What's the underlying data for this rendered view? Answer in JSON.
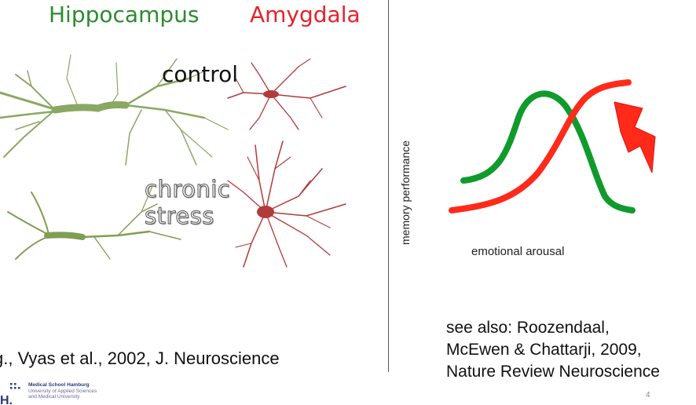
{
  "labels": {
    "hippocampus": "Hippocampus",
    "amygdala": "Amygdala",
    "control": "control",
    "chronic_stress": [
      "chronic",
      "stress"
    ]
  },
  "reference_left": "g., Vyas et al., 2002, J. Neuroscience",
  "reference_right": [
    "see also: Roozendaal,",
    "McEwen & Chattarji, 2009,",
    "Nature Review Neuroscience"
  ],
  "graph": {
    "xlabel": "emotional arousal",
    "ylabel": "memory performance",
    "colors": {
      "green": "#119a2c",
      "red": "#ff2a1a"
    }
  },
  "logo": {
    "title": "Medical School Hamburg",
    "line1": "University of Applied Sciences",
    "line2": "and Medical University"
  },
  "page_number": "4",
  "colors": {
    "hippo": "#7f9e52",
    "amyg": "#b23a3a"
  }
}
